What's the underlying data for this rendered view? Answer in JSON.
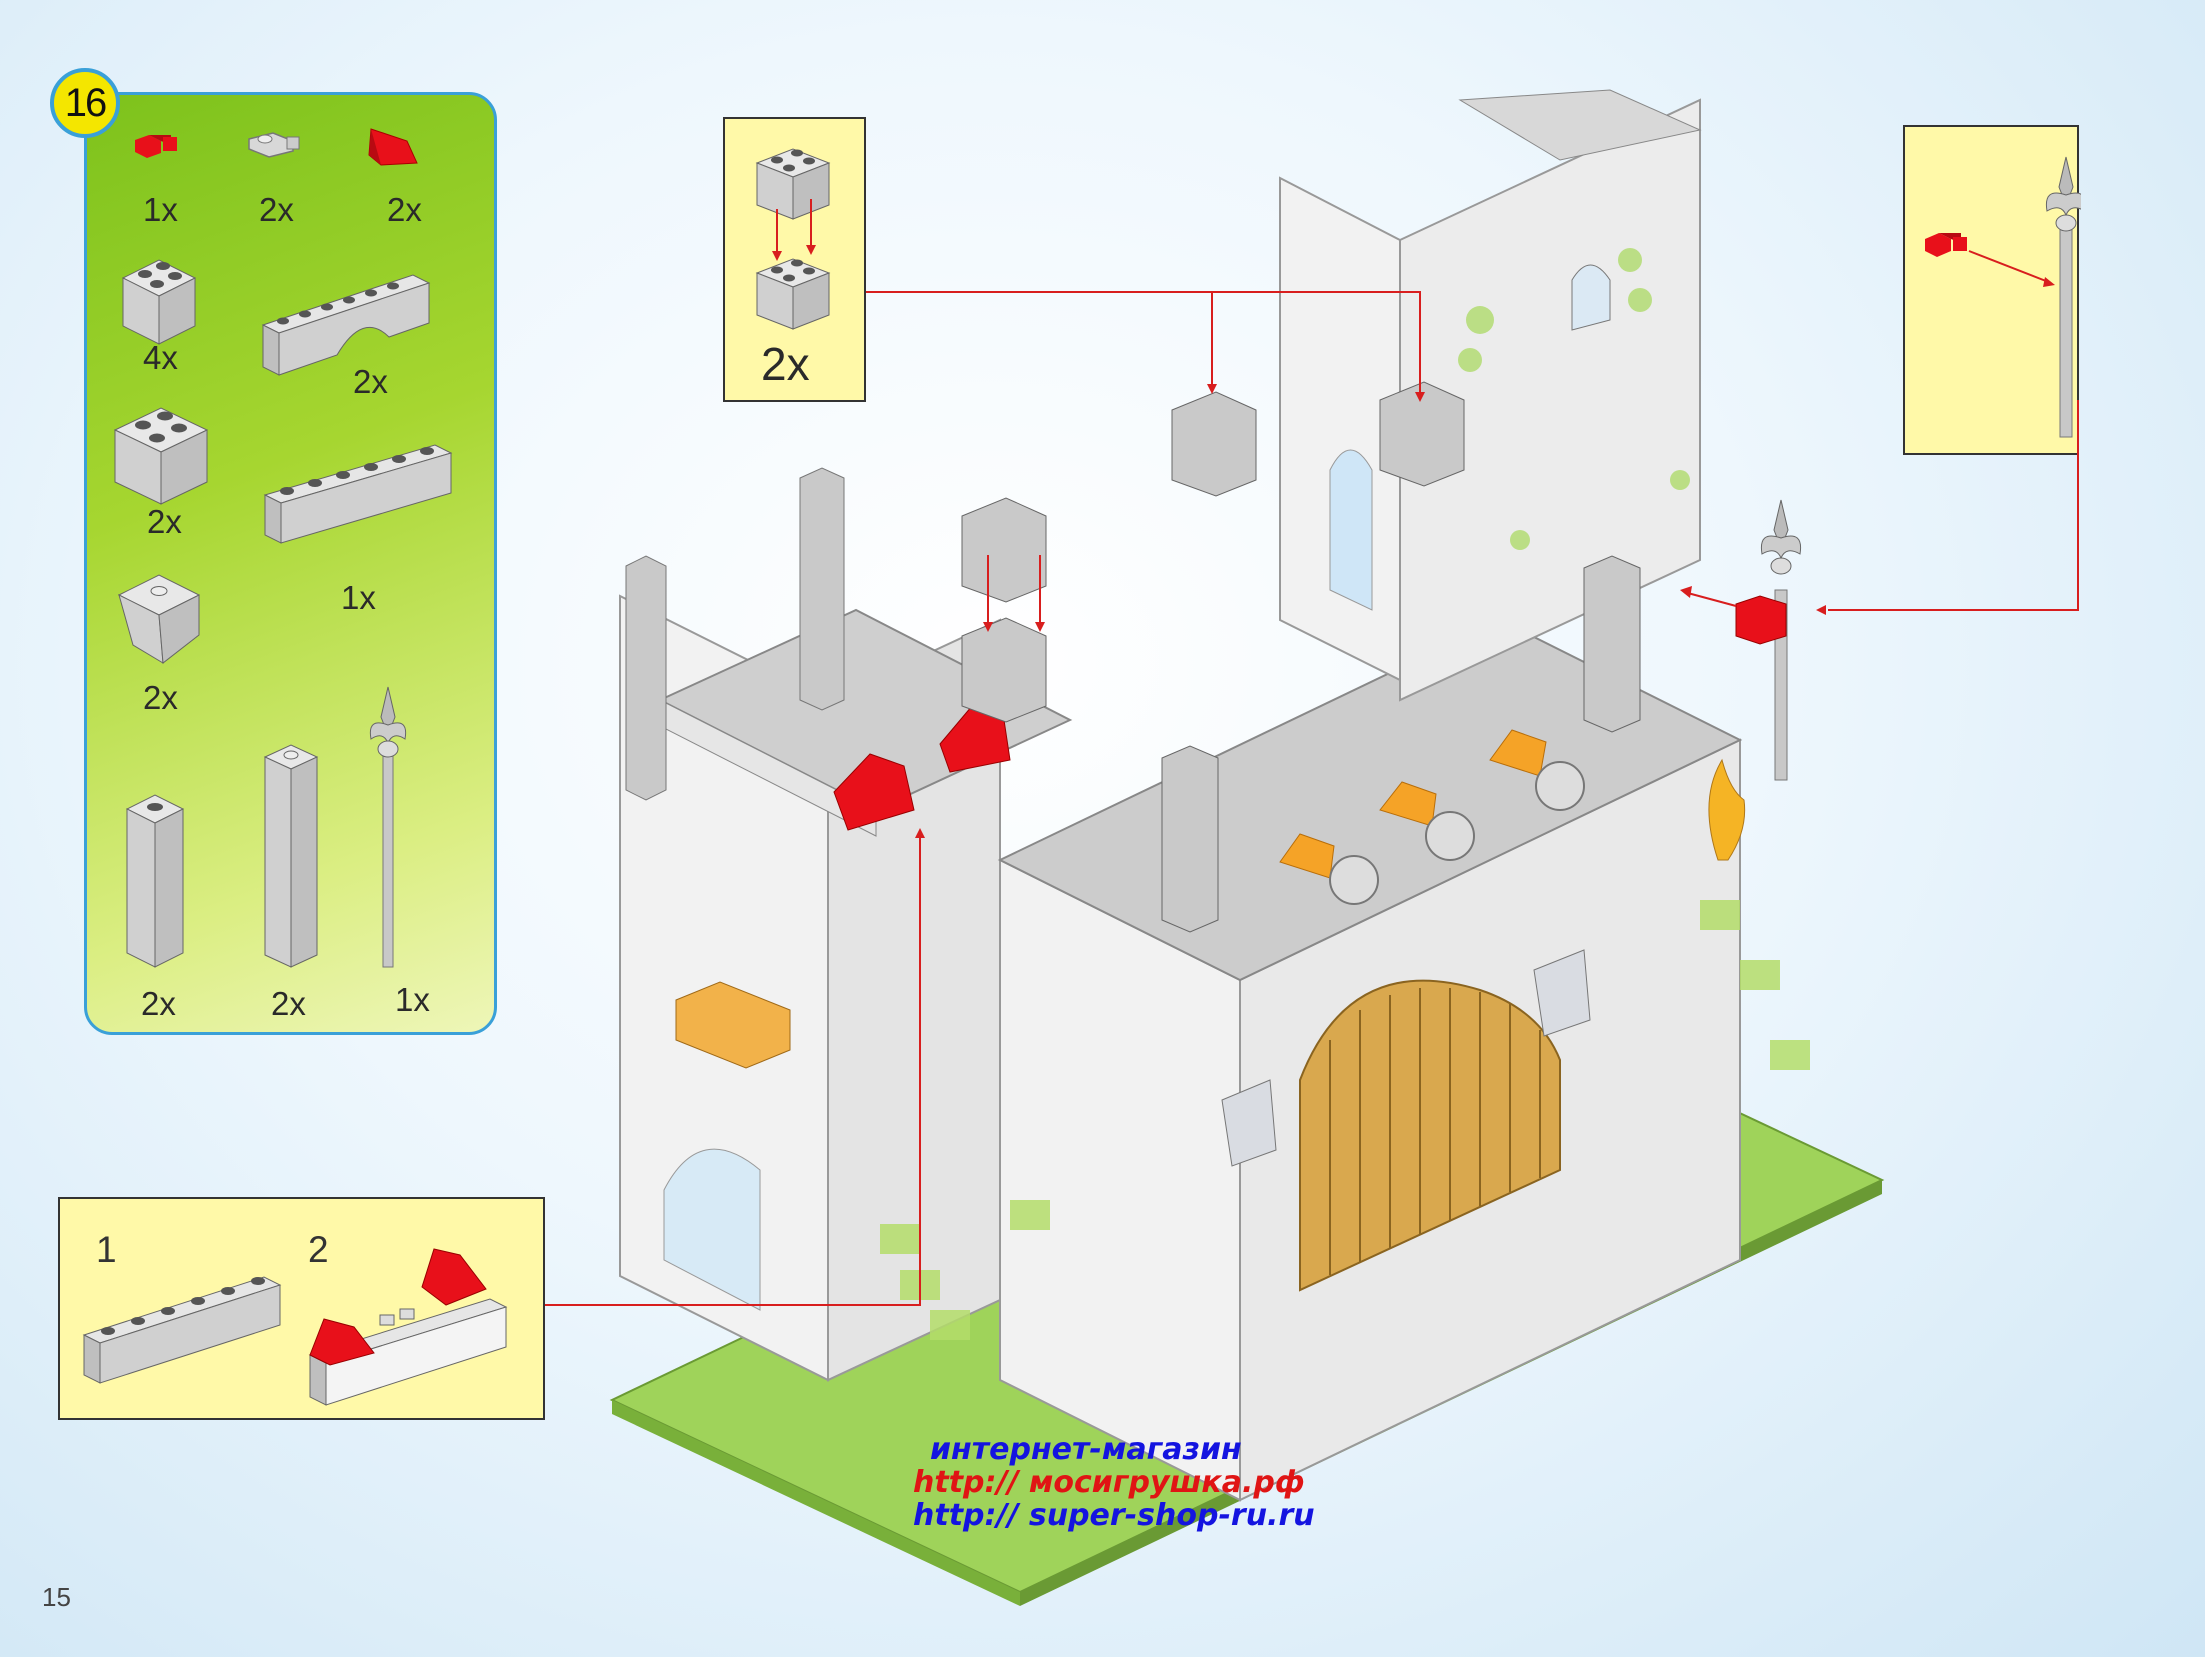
{
  "step": {
    "number": "16"
  },
  "parts_list": [
    {
      "qty": "1x",
      "icon": "red-clip-piece-icon"
    },
    {
      "qty": "2x",
      "icon": "grey-clip-plate-icon"
    },
    {
      "qty": "2x",
      "icon": "red-slope-brick-icon"
    },
    {
      "qty": "4x",
      "icon": "grey-brick-2x2-icon"
    },
    {
      "qty": "2x",
      "icon": "grey-arch-brick-icon"
    },
    {
      "qty": "2x",
      "icon": "grey-brick-2x2-tall-icon"
    },
    {
      "qty": "1x",
      "icon": "grey-brick-1x6-icon"
    },
    {
      "qty": "2x",
      "icon": "grey-slope-brick-icon"
    },
    {
      "qty": "2x",
      "icon": "grey-round-column-icon"
    },
    {
      "qty": "2x",
      "icon": "grey-pillar-icon"
    },
    {
      "qty": "1x",
      "icon": "halberd-spear-icon"
    }
  ],
  "callouts": {
    "top": {
      "qty": "2x"
    },
    "bottom": {
      "sub_step_1": "1",
      "sub_step_2": "2"
    }
  },
  "watermark": {
    "line1": "интернет-магазин",
    "line2": "http:// мосигрушка.рф",
    "line3": "http:// super-shop-ru.ru"
  },
  "page_number": "15",
  "colors": {
    "panel_green": "#8cc63f",
    "callout_yellow": "#fff9a8",
    "brick_red": "#e8101a",
    "arrow_red": "#d81e1e",
    "border_blue": "#3aa0d8",
    "door_tan": "#d9a84e",
    "baseplate_green": "#9fd35a"
  }
}
